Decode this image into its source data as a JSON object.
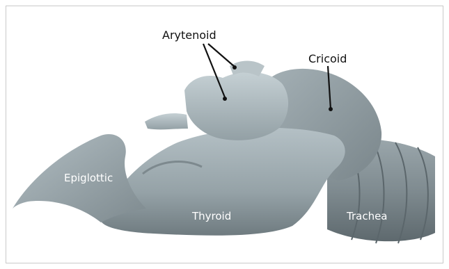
{
  "labels": {
    "arytenoid": "Arytenoid",
    "cricoid": "Cricoid",
    "epiglottic": "Epiglottic",
    "thyroid": "Thyroid",
    "trachea": "Trachea"
  },
  "colors": {
    "frame_border": "#c9c9c9",
    "cartilage_light": "#a9b6bb",
    "cartilage_mid": "#8f9ca1",
    "cartilage_dark": "#6d797e",
    "leader_line": "#111111"
  }
}
